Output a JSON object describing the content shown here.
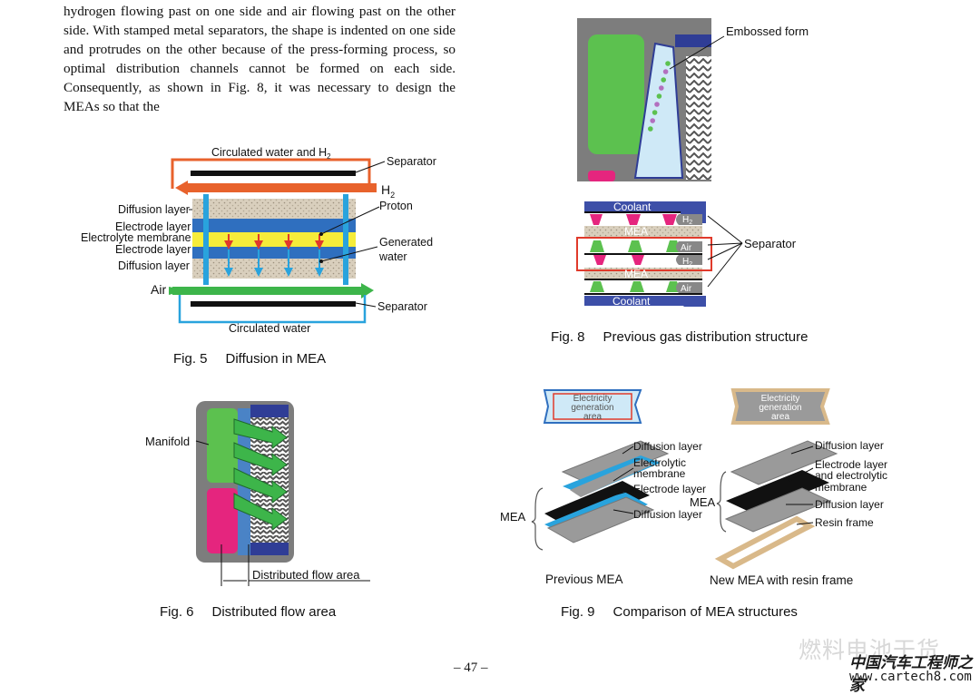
{
  "paragraph": "hydrogen flowing past on one side and air flowing past on the other side. With stamped metal separators, the shape is indented on one side and protrudes on the other because of the press-forming process, so optimal distribution channels cannot be formed on each side. Consequently, as shown in Fig. 8, it was necessary to design the MEAs so that the",
  "fig5": {
    "caption_num": "Fig. 5",
    "caption_text": "Diffusion in MEA",
    "labels": {
      "circ_water_h2": "Circulated water and H",
      "h2_sub": "2",
      "separator_top": "Separator",
      "h2": "H",
      "proton": "Proton",
      "diffusion_top": "Diffusion layer",
      "electrode_top": "Electrode layer",
      "membrane": "Electrolyte membrane",
      "electrode_bottom": "Electrode layer",
      "diffusion_bottom": "Diffusion layer",
      "generated": "Generated",
      "water": "water",
      "air": "Air",
      "separator_bottom": "Separator",
      "circ_water": "Circulated water"
    }
  },
  "fig6": {
    "caption_num": "Fig. 6",
    "caption_text": "Distributed flow area",
    "labels": {
      "manifold": "Manifold",
      "distributed": "Distributed flow area"
    }
  },
  "fig8": {
    "caption_num": "Fig. 8",
    "caption_text": "Previous gas distribution structure",
    "labels": {
      "embossed": "Embossed form",
      "coolant_top": "Coolant",
      "h2_a": "H",
      "mea_top": "MEA",
      "air_a": "Air",
      "separator": "Separator",
      "h2_b": "H",
      "mea_bottom": "MEA",
      "air_b": "Air",
      "coolant_bottom": "Coolant",
      "sub2": "2"
    }
  },
  "fig9": {
    "caption_num": "Fig. 9",
    "caption_text": "Comparison of MEA structures",
    "labels": {
      "egen_left_1": "Electricity",
      "egen_left_2": "generation",
      "egen_left_3": "area",
      "egen_right_1": "Electricity",
      "egen_right_2": "generation",
      "egen_right_3": "area",
      "diff_l1": "Diffusion layer",
      "elmem_l1": "Electrolytic",
      "elmem_l2": "membrane",
      "elec_l": "Electrode layer",
      "diff_l2": "Diffusion layer",
      "mea_l": "MEA",
      "diff_r1": "Diffusion layer",
      "elec_r1": "Electrode layer",
      "elec_r2": "and electrolytic",
      "elec_r3": "membrane",
      "mea_r": "MEA",
      "diff_r2": "Diffusion layer",
      "resin": "Resin frame",
      "prev_mea": "Previous MEA",
      "new_mea": "New MEA with resin frame"
    }
  },
  "page_number": "– 47 –",
  "watermark": {
    "brand": "燃料电池干货",
    "site_name": "中国汽车工程师之家",
    "url": "www.cartech8.com"
  },
  "colors": {
    "orange": "#e8622c",
    "blue": "#29a3dd",
    "green": "#3db54a",
    "navy": "#2f3d96",
    "yellow": "#f6ec3a",
    "beige": "#d9cfbd",
    "magenta": "#e5257e",
    "red": "#e03a2b"
  }
}
